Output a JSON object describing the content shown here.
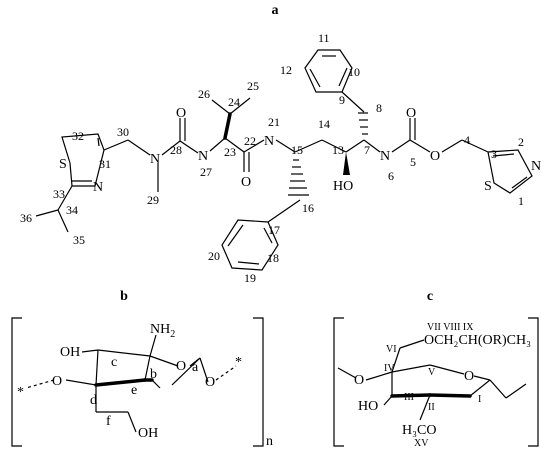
{
  "panels": {
    "a": "a",
    "b": "b",
    "c": "c"
  },
  "atoms": {
    "S1": "S",
    "N1": "N",
    "N2": "N",
    "N3": "N",
    "O1": "O",
    "N4": "N",
    "O2": "O",
    "HO": "HO",
    "N5": "N",
    "O3": "O",
    "O4": "O",
    "N6": "N",
    "S2": "S",
    "O5": "O"
  },
  "numbers": [
    "1",
    "2",
    "3",
    "4",
    "5",
    "6",
    "7",
    "8",
    "9",
    "10",
    "11",
    "12",
    "13",
    "14",
    "15",
    "16",
    "17",
    "18",
    "19",
    "20",
    "21",
    "22",
    "23",
    "24",
    "25",
    "26",
    "27",
    "28",
    "29",
    "30",
    "31",
    "32",
    "33",
    "34",
    "35",
    "36"
  ],
  "chitosan": {
    "nh2": "NH",
    "nh2_sub": "2",
    "oh_top": "OH",
    "ring_o": "O",
    "oh_bottom": "OH",
    "letters": [
      "a",
      "b",
      "c",
      "d",
      "e",
      "f"
    ],
    "repeat": "n",
    "star": "*"
  },
  "hpmc": {
    "sub_chain": "VII  VIII  IX",
    "substituent": "OCH₂CH(OR)CH₃",
    "ring_o": "O",
    "oh": "HO",
    "methoxy": "H₃CO",
    "numerals": [
      "I",
      "II",
      "III",
      "IV",
      "V",
      "VI",
      "XV"
    ]
  }
}
